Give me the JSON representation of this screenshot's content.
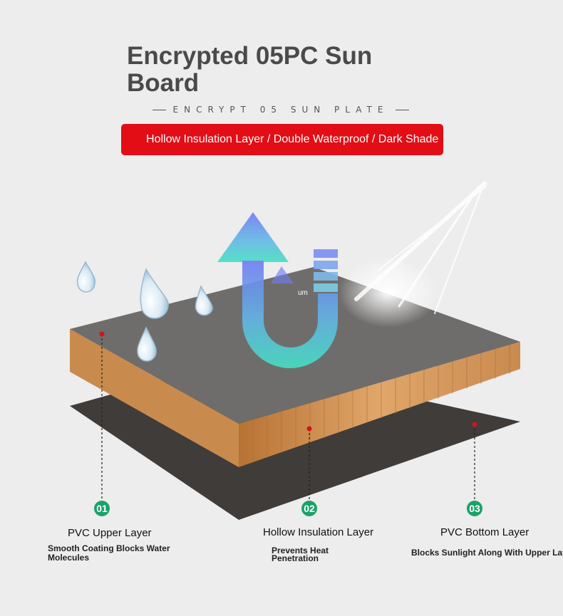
{
  "header": {
    "title": "Encrypted 05PC Sun Board",
    "subtitle": "ENCRYPT 05 SUN PLATE",
    "banner": "Hollow Insulation Layer / Double Waterproof / Dark Shade"
  },
  "colors": {
    "background": "#ededed",
    "banner_red": "#e30d16",
    "step_green": "#1aa26a",
    "board_top": "#6f6d6b",
    "board_edge": "#c98a4e",
    "bottom_sheet": "#3f3c3a"
  },
  "diagram": {
    "arrow_label": "um"
  },
  "layers": [
    {
      "number": "01",
      "name": "PVC Upper Layer",
      "description": "Smooth Coating Blocks Water Molecules"
    },
    {
      "number": "02",
      "name": "Hollow Insulation Layer",
      "description": "Prevents Heat Penetration"
    },
    {
      "number": "03",
      "name": "PVC Bottom Layer",
      "description": "Blocks Sunlight Along With Upper Layer"
    }
  ]
}
